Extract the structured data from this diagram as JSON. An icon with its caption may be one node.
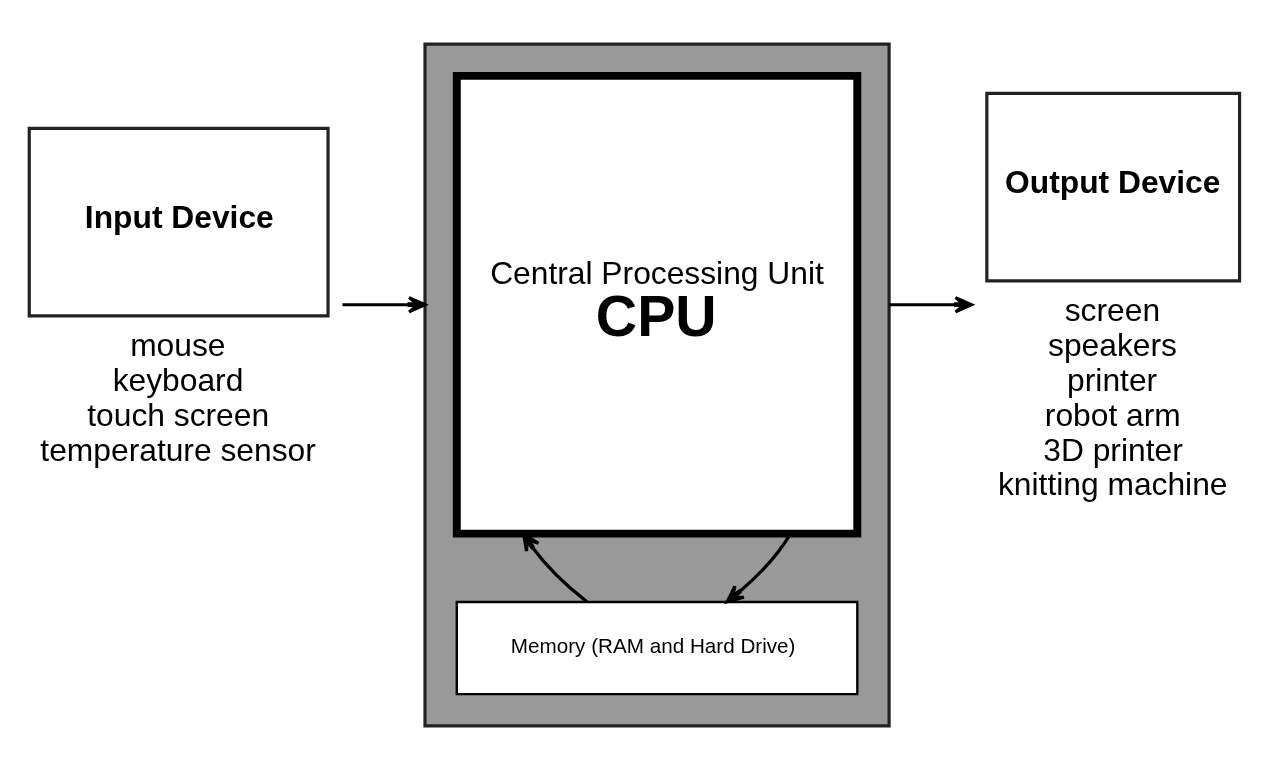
{
  "diagram": {
    "nodes": [
      {
        "text": [
          "Input Device"
        ],
        "beside": [
          "mouse",
          "keyboard",
          "touch screen",
          "temperature sensor"
        ]
      },
      {
        "text": [],
        "shape": "box"
      },
      {
        "text": [
          "Central Processing Unit",
          "CPU"
        ],
        "in": 1
      },
      {
        "text": [
          "Memory (RAM and Hard Drive)"
        ],
        "in": 1
      },
      {
        "text": [
          "Output Device"
        ],
        "beside": [
          "screen",
          "speakers",
          "printer",
          "robot arm",
          "3D printer",
          "knitting machine"
        ]
      }
    ],
    "edges": [
      {
        "from": 0,
        "to": 1,
        "arrow": "to"
      },
      {
        "from": 1,
        "to": 4,
        "arrow": "to"
      },
      {
        "from": 2,
        "to": 3,
        "arrow": "to"
      },
      {
        "from": 3,
        "to": 2,
        "arrow": "to"
      }
    ]
  }
}
